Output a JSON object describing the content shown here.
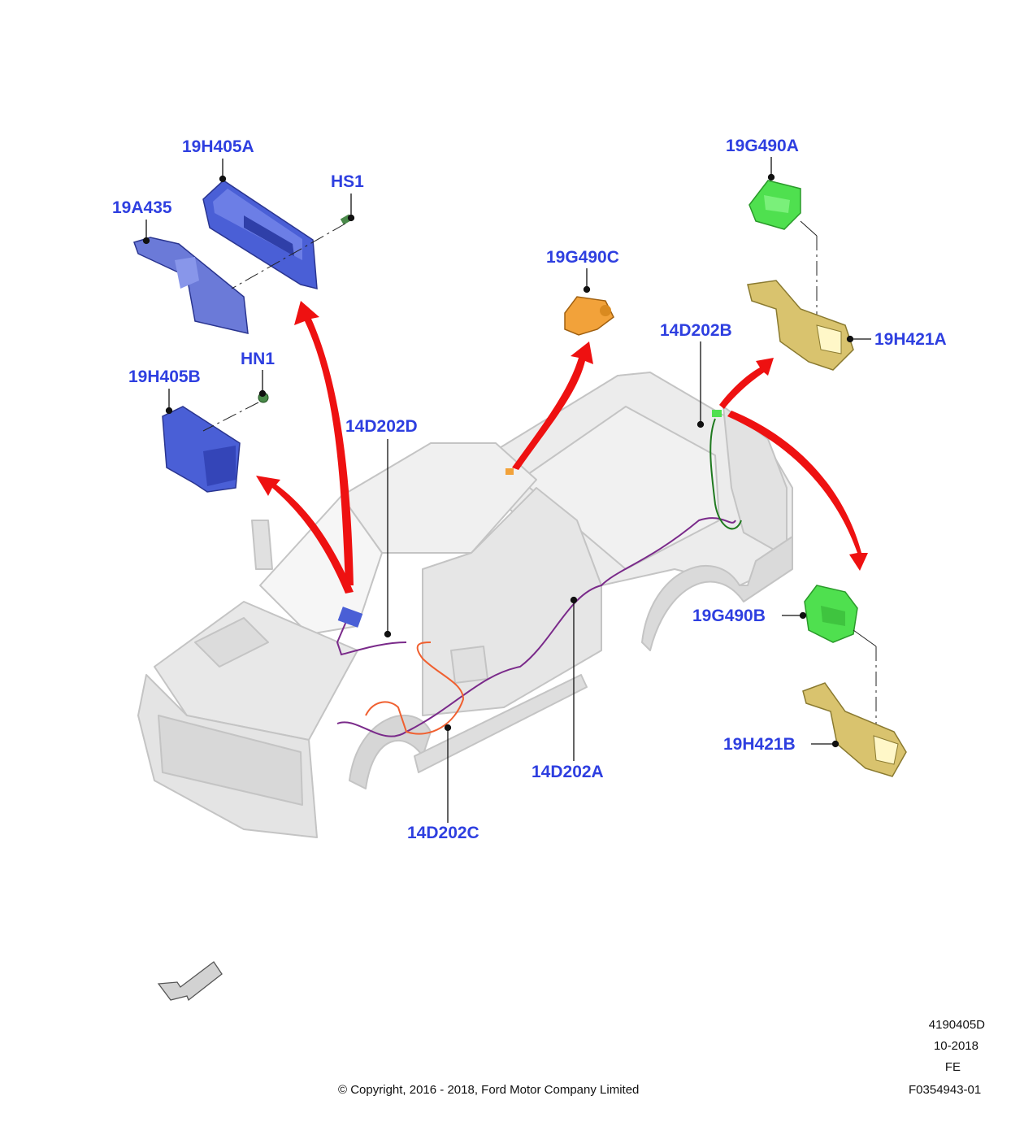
{
  "colors": {
    "callout_text": "#2e3fe0",
    "module_blue": "#4a5fd6",
    "module_green": "#4fe04f",
    "connector_orange": "#f2a23a",
    "bracket_gold": "#d9c36e",
    "arrow_red": "#ee1111",
    "harness_purple": "#7a2a8a",
    "harness_orange": "#f06030",
    "harness_green": "#1f7a1f",
    "vehicle_body": "#ebebeb"
  },
  "callouts": {
    "part_19H405A": "19H405A",
    "part_HS1": "HS1",
    "part_19A435": "19A435",
    "part_19H405B": "19H405B",
    "part_HN1": "HN1",
    "part_14D202D": "14D202D",
    "part_19G490C": "19G490C",
    "part_14D202B": "14D202B",
    "part_19G490A": "19G490A",
    "part_19H421A": "19H421A",
    "part_19G490B": "19G490B",
    "part_19H421B": "19H421B",
    "part_14D202A": "14D202A",
    "part_14D202C": "14D202C"
  },
  "footer": {
    "copyright": "© Copyright, 2016 - 2018, Ford Motor Company Limited",
    "illustration_id": "4190405D",
    "date": "10-2018",
    "market": "FE",
    "figure_number": "F0354943-01"
  },
  "icons": [
    "front-direction-arrow-icon"
  ]
}
